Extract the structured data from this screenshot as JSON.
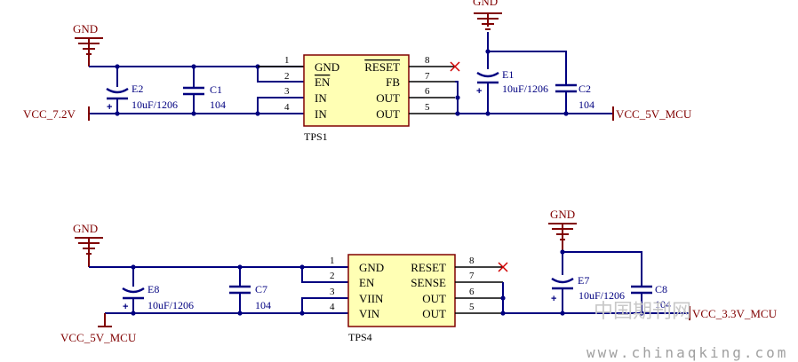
{
  "nets": {
    "gnd": "GND",
    "vcc_7v2": "VCC_7.2V",
    "vcc_5v_mcu": "VCC_5V_MCU",
    "vcc_3v3_mcu": "VCC_3.3V_MCU"
  },
  "circuit1": {
    "chip": {
      "ref": "TPS1",
      "left_pins": [
        {
          "num": "1",
          "name": "GND"
        },
        {
          "num": "2",
          "name": "EN"
        },
        {
          "num": "3",
          "name": "IN"
        },
        {
          "num": "4",
          "name": "IN"
        }
      ],
      "right_pins": [
        {
          "num": "8",
          "name": "RESET"
        },
        {
          "num": "7",
          "name": "FB"
        },
        {
          "num": "6",
          "name": "OUT"
        },
        {
          "num": "5",
          "name": "OUT"
        }
      ]
    },
    "e2": {
      "ref": "E2",
      "value": "10uF/1206"
    },
    "c1": {
      "ref": "C1",
      "value": "104"
    },
    "e1": {
      "ref": "E1",
      "value": "10uF/1206"
    },
    "c2": {
      "ref": "C2",
      "value": "104"
    }
  },
  "circuit2": {
    "chip": {
      "ref": "TPS4",
      "left_pins": [
        {
          "num": "1",
          "name": "GND"
        },
        {
          "num": "2",
          "name": "EN"
        },
        {
          "num": "3",
          "name": "VIIN"
        },
        {
          "num": "4",
          "name": "VIN"
        }
      ],
      "right_pins": [
        {
          "num": "8",
          "name": "RESET"
        },
        {
          "num": "7",
          "name": "SENSE"
        },
        {
          "num": "6",
          "name": "OUT"
        },
        {
          "num": "5",
          "name": "OUT"
        }
      ]
    },
    "e8": {
      "ref": "E8",
      "value": "10uF/1206"
    },
    "c7": {
      "ref": "C7",
      "value": "104"
    },
    "e7": {
      "ref": "E7",
      "value": "10uF/1206"
    },
    "c8": {
      "ref": "C8",
      "value": "104"
    }
  },
  "polarity_mark": "+",
  "watermark": {
    "cn": "中国期刊网",
    "url": "www.chinaqking.com"
  }
}
